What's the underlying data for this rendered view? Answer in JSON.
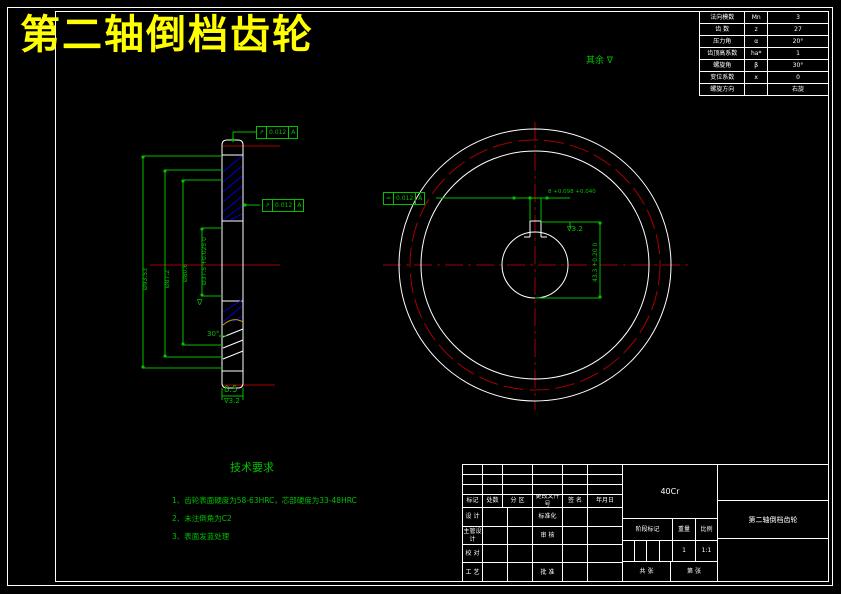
{
  "drawing": {
    "title": "第二轴倒档齿轮",
    "title_color": "#ffff00",
    "background": "#000000",
    "line_colors": {
      "outline": "#ffffff",
      "dimension": "#00c000",
      "center": "#aa0000",
      "hatch": "#0000cc"
    }
  },
  "param_table": {
    "rows": [
      {
        "name": "法向模数",
        "symbol": "Mn",
        "value": "3"
      },
      {
        "name": "齿  数",
        "symbol": "z",
        "value": "27"
      },
      {
        "name": "压力角",
        "symbol": "α",
        "value": "20°"
      },
      {
        "name": "齿顶高系数",
        "symbol": "ha*",
        "value": "1"
      },
      {
        "name": "螺旋角",
        "symbol": "β",
        "value": "30°"
      },
      {
        "name": "变位系数",
        "symbol": "x",
        "value": "0"
      },
      {
        "name": "螺旋方向",
        "symbol": "",
        "value": "右旋"
      }
    ]
  },
  "annotations": {
    "general_roughness": "其余 ∇",
    "tol_top": {
      "symbol": "↗",
      "value": "0.012",
      "datum": "A"
    },
    "tol_side": {
      "symbol": "↗",
      "value": "0.012",
      "datum": "A"
    },
    "tol_circle": {
      "symbol": "=",
      "value": "0.012",
      "datum": "A"
    },
    "width_dim": "8.5",
    "width_rough": "∇3.2",
    "keyway_width": "8 +0.098 +0.040",
    "keyway_depth": "43.3 +0.20 0",
    "keyway_rough": "∇3.2",
    "helix_note": "30°",
    "dim_outer": "Ø87.2",
    "dim_pitch": "Ø93.53",
    "dim_root": "Ø80.6",
    "dim_bore": "Ø37.5 +0.025 0",
    "bore_rough": "∇"
  },
  "tech_requirements": {
    "heading": "技术要求",
    "lines": [
      "1、齿轮表面硬度为58-63HRC，芯部硬度为33-48HRC",
      "2、未注倒角为C2",
      "3、表面发蓝处理"
    ]
  },
  "title_block": {
    "rev_headers": [
      "标记",
      "处数",
      "分 区",
      "更改文件号",
      "签 名",
      "年月日"
    ],
    "left_labels": [
      "设 计",
      "主管设计",
      "校 对",
      "工 艺"
    ],
    "mid_labels": [
      "标准化",
      "审 核",
      "",
      "批 准"
    ],
    "material": "40Cr",
    "part_name": "第二轴倒档齿轮",
    "stage_label": "阶段标记",
    "weight_label": "重量",
    "scale_label": "比例",
    "weight_value": "1",
    "scale_value": "1:1",
    "sheet_label_a": "共 张",
    "sheet_label_b": "第 张"
  }
}
